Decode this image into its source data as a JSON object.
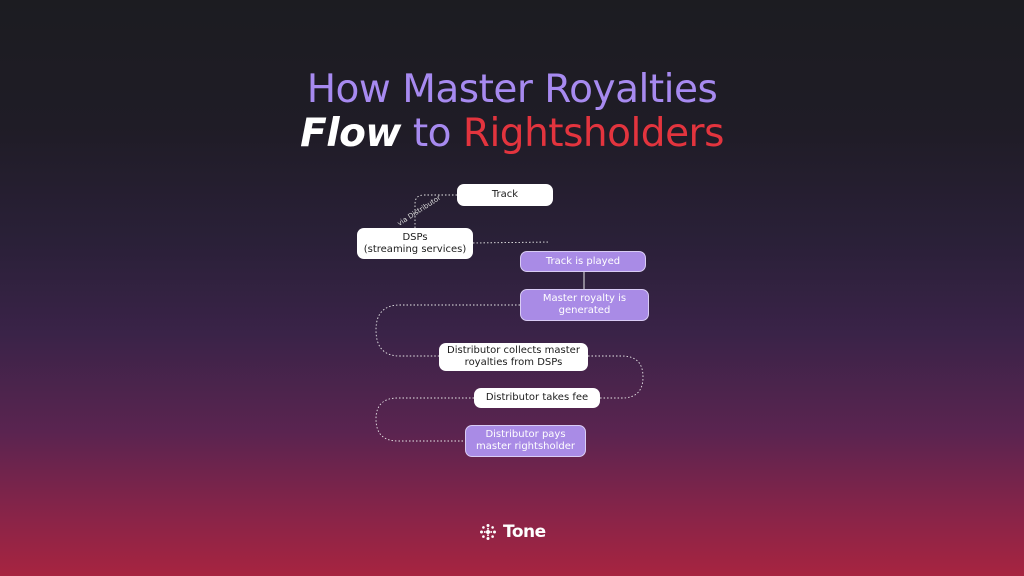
{
  "title": {
    "line1": "How Master Royalties",
    "flow": "Flow",
    "to": "to",
    "rightsholders": "Rightsholders"
  },
  "diagram": {
    "via_label": "via Distributor",
    "nodes": {
      "track": "Track",
      "dsps_line1": "DSPs",
      "dsps_line2": "(streaming services)",
      "played": "Track is played",
      "master_line1": "Master royalty is",
      "master_line2": "generated",
      "collects_line1": "Distributor collects master",
      "collects_line2": "royalties from DSPs",
      "fee": "Distributor takes fee",
      "pays_line1": "Distributor pays",
      "pays_line2": "master rightsholder"
    }
  },
  "brand": {
    "name": "Tone",
    "logo_icon": "dotted-circle-logo"
  },
  "colors": {
    "accent_purple": "#a78af0",
    "accent_red": "#e3343e",
    "node_purple": "#a98be6"
  }
}
